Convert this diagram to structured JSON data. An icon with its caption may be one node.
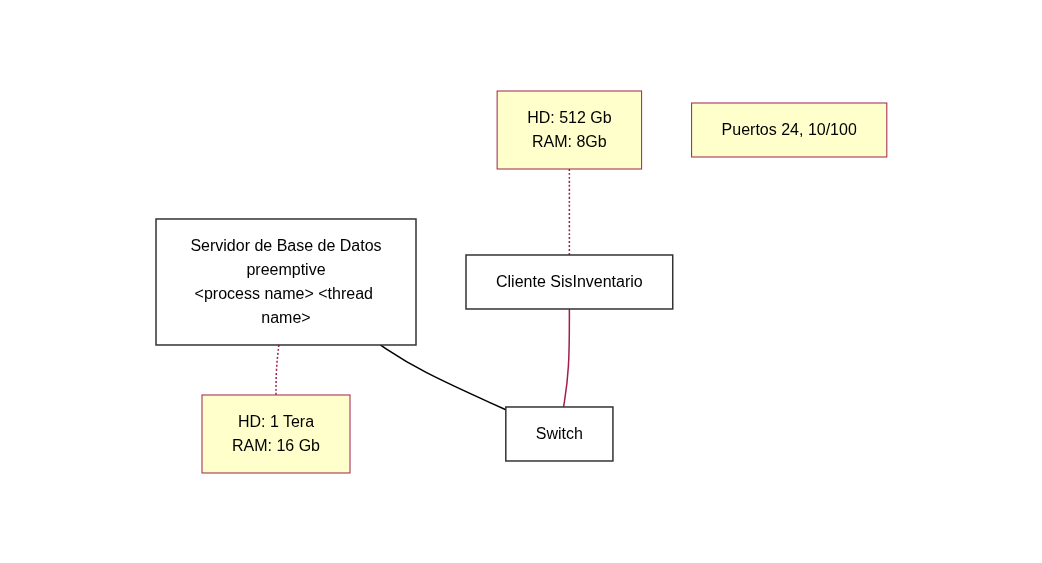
{
  "diagram": {
    "nodes": [
      {
        "text": [
          "Servidor de Base de Datos",
          "preemptive",
          "<process name> <thread name>"
        ]
      },
      {
        "text": [
          "HD: 1 Tera",
          "RAM: 16 Gb"
        ]
      },
      {
        "text": [
          "HD: 512 Gb",
          "RAM: 8Gb"
        ]
      },
      {
        "text": [
          "Cliente SisInventario"
        ]
      },
      {
        "text": [
          "Switch"
        ]
      },
      {
        "text": [
          "Puertos 24, 10/100"
        ]
      }
    ],
    "edges": [
      {
        "from": 0,
        "to": 1,
        "arrow": "none",
        "style": "dashed"
      },
      {
        "from": 2,
        "to": 3,
        "arrow": "none",
        "style": "dashed"
      },
      {
        "from": 0,
        "to": 4,
        "arrow": "none",
        "color": "#000000"
      },
      {
        "from": 3,
        "to": 4,
        "arrow": "none"
      }
    ]
  }
}
